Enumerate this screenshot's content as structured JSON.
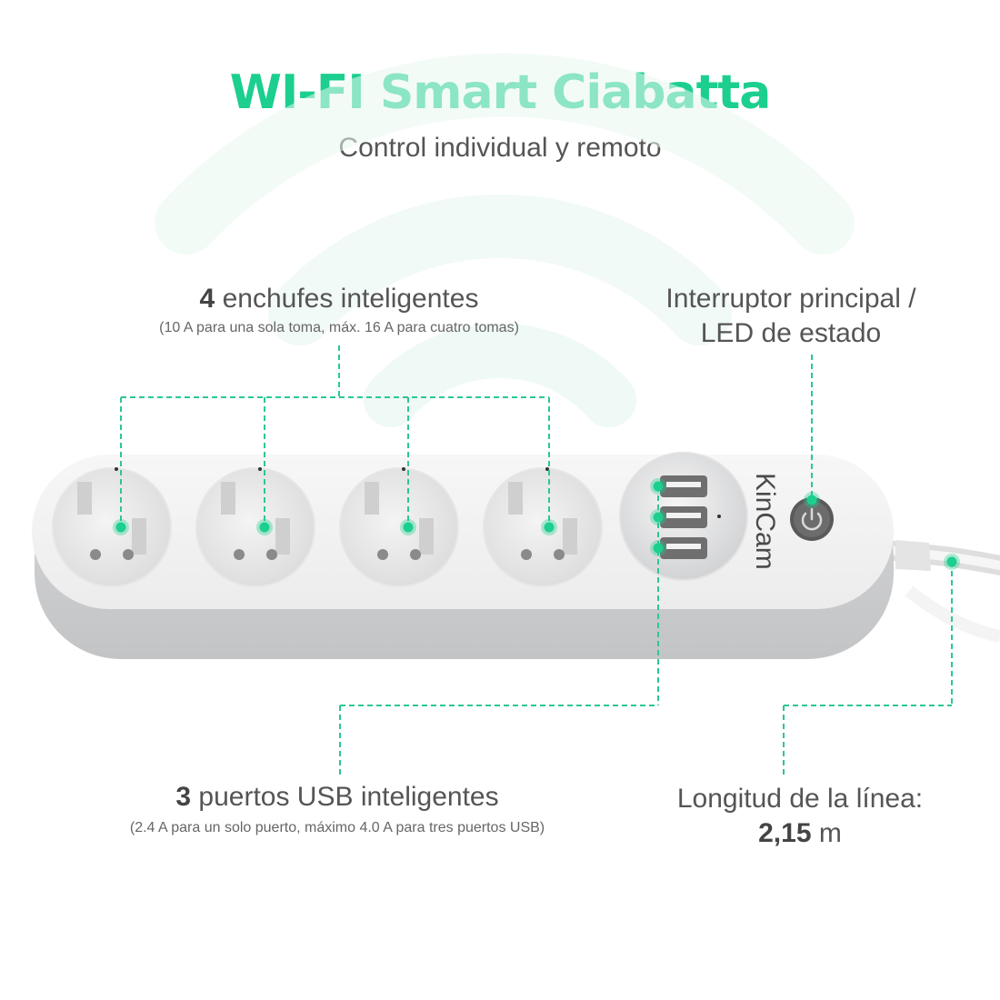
{
  "header": {
    "title": "WI-FI Smart Ciabatta",
    "subtitle": "Control individual y remoto"
  },
  "callouts": {
    "outlets": {
      "count": "4",
      "label": "enchufes inteligentes",
      "note": "(10 A para una sola toma, máx. 16 A para cuatro tomas)"
    },
    "switch": {
      "line1": "Interruptor principal /",
      "line2": "LED de estado"
    },
    "usb": {
      "count": "3",
      "label": "puertos USB inteligentes",
      "note": "(2.4 A para un solo puerto, máximo 4.0 A para tres puertos USB)"
    },
    "cable": {
      "line1": "Longitud de la línea:",
      "value": "2,15",
      "unit": "m"
    }
  },
  "product": {
    "brand": "KinCam",
    "outlet_count": 4,
    "usb_port_count": 3
  },
  "colors": {
    "accent": "#1ccf8e",
    "callout_line": "#2cc890",
    "body": "#f2f2f2",
    "body_side": "#c9cacc",
    "text": "#555555"
  }
}
